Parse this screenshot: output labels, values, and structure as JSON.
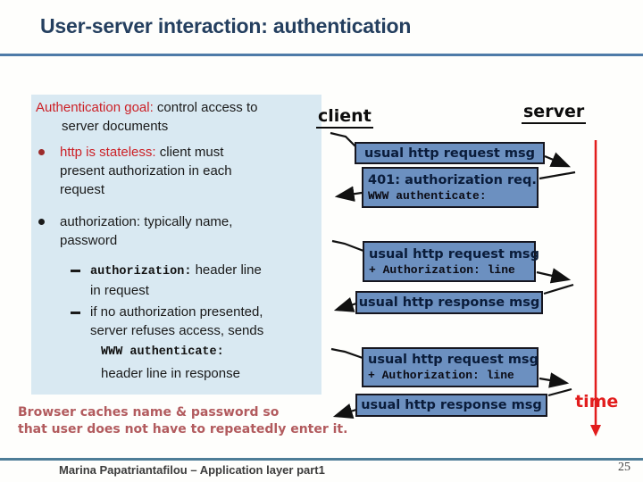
{
  "title": "User-server interaction: authentication",
  "panel": {
    "goal": {
      "emph": "Authentication goal:",
      "rest": " control access to",
      "line2": "server documents"
    },
    "bullet1": {
      "emph": "http is stateless:",
      "rest": " client must",
      "line2": "present authorization in each",
      "line3": "request"
    },
    "bullet2": {
      "line1": "authorization: typically name,",
      "line2": "password"
    },
    "sub1": {
      "mono": "authorization:",
      "rest": " header line",
      "line2": "in request"
    },
    "sub2": {
      "line1": "if no authorization presented,",
      "line2": "server refuses access, sends",
      "mono_line": "WWW authenticate:",
      "line4": "header line in response"
    }
  },
  "diagram": {
    "client_label": "client",
    "server_label": "server",
    "time_label": "time",
    "boxes": [
      {
        "line1": "usual http request msg"
      },
      {
        "line1": "401: authorization req.",
        "mono": "WWW authenticate:"
      },
      {
        "line1": "usual http request msg",
        "mono": "+ Authorization: line"
      },
      {
        "line1": "usual http response msg"
      },
      {
        "line1": "usual http request msg",
        "mono": "+ Authorization: line"
      },
      {
        "line1": "usual http response msg"
      }
    ]
  },
  "caption": {
    "line1": "Browser caches name & password so",
    "line2": "that user does not have to repeatedly enter it."
  },
  "footer": {
    "author": "Marina Papatriantafilou –  Application layer part1",
    "page": "25"
  },
  "colors": {
    "title": "#243f5f",
    "title_rule": "#4e7ba8",
    "panel_bg": "#d9e9f2",
    "emphasis_red": "#cc2127",
    "box_fill": "#6c90c0",
    "box_border": "#16161f",
    "box_text": "#0a1c3a",
    "timeline_red": "#e21d1d",
    "caption_red": "#b25b5e",
    "footer_rule": "#4e7d97"
  }
}
